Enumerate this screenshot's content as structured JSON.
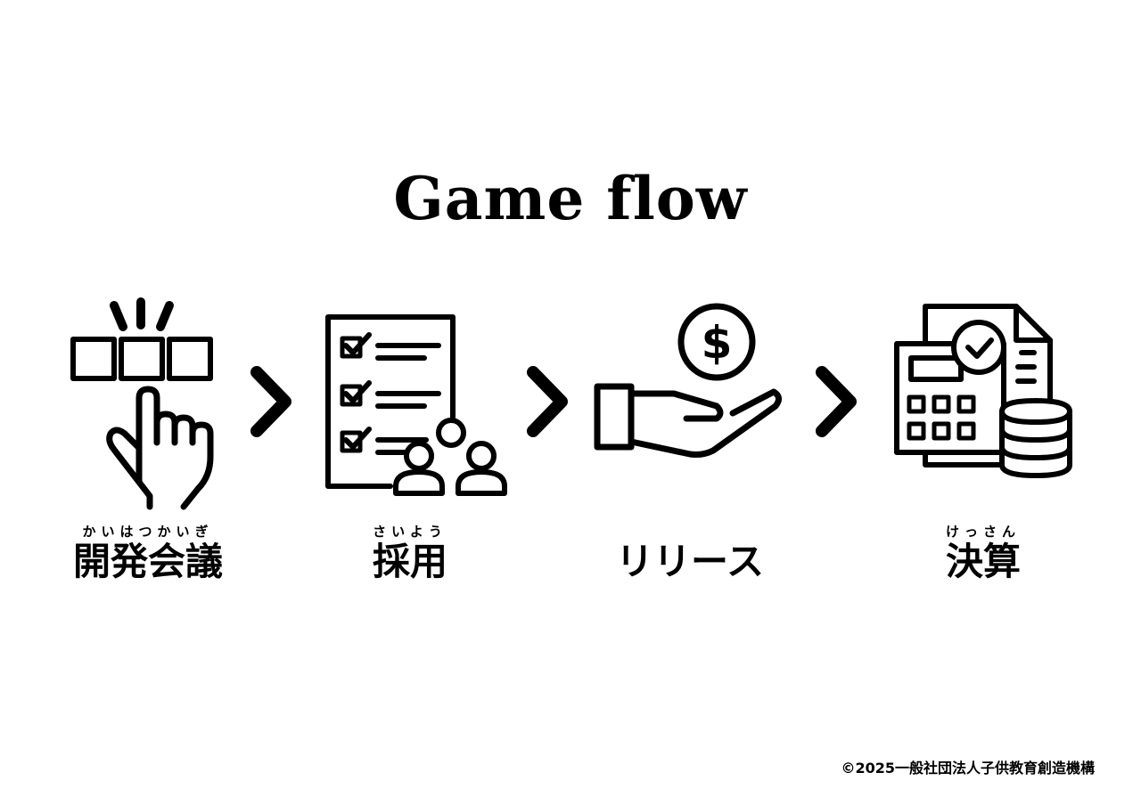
{
  "title": "Game flow",
  "steps": [
    {
      "label": "開発会議",
      "ruby": "かいはつかいぎ",
      "icon": "pointing-hand-choice-icon"
    },
    {
      "label": "採用",
      "ruby": "さいよう",
      "icon": "checklist-team-icon"
    },
    {
      "label": "リリース",
      "ruby": "",
      "icon": "hand-coin-icon"
    },
    {
      "label": "決算",
      "ruby": "けっさん",
      "icon": "calculator-report-coins-icon"
    }
  ],
  "arrow_icon": "chevron-right-icon",
  "copyright": "©2025一般社団法人子供教育創造機構"
}
